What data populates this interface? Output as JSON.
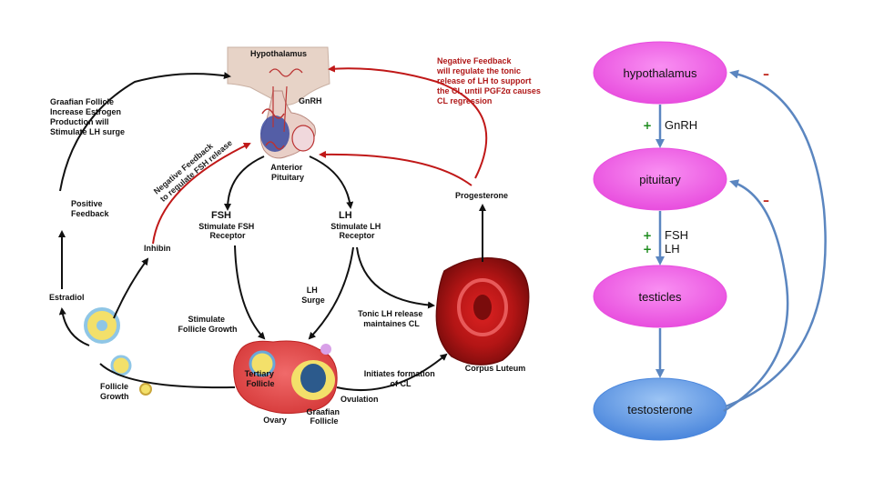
{
  "left_diagram": {
    "hypothalamus": "Hypothalamus",
    "gnrh": "GnRH",
    "anterior_pituitary": [
      "Anterior",
      "Pituitary"
    ],
    "neg_feedback_fsh": [
      "Negative Feedback",
      "to regulate FSH release"
    ],
    "neg_feedback_lh": [
      "Negative Feedback",
      "will regulate the tonic",
      "release of LH to support",
      "the CL until PGF2α causes",
      "CL regression"
    ],
    "graafian_note": [
      "Graafian Follicle",
      "Increase Estrogen",
      "Production will",
      "Stimulate LH surge"
    ],
    "positive_feedback": [
      "Positive",
      "Feedback"
    ],
    "inhibin": "Inhibin",
    "estradiol": "Estradiol",
    "fsh": "FSH",
    "fsh_sub": [
      "Stimulate FSH",
      "Receptor"
    ],
    "lh": "LH",
    "lh_sub": [
      "Stimulate LH",
      "Receptor"
    ],
    "progesterone": "Progesterone",
    "lh_surge": [
      "LH",
      "Surge"
    ],
    "stimulate_follicle_growth": [
      "Stimulate",
      "Follicle Growth"
    ],
    "tonic_lh": [
      "Tonic LH release",
      "maintaines CL"
    ],
    "follicle_growth": [
      "Follicle",
      "Growth"
    ],
    "tertiary_follicle": [
      "Tertiary",
      "Follicle"
    ],
    "ovary": "Ovary",
    "ovulation": "Ovulation",
    "graafian_follicle": [
      "Graafian",
      "Follicle"
    ],
    "initiates_cl": [
      "Initiates formation",
      "of CL"
    ],
    "corpus_luteum": "Corpus Luteum"
  },
  "right_diagram": {
    "nodes": [
      "hypothalamus",
      "pituitary",
      "testicles",
      "testosterone"
    ],
    "gnrh": "GnRH",
    "fsh": "FSH",
    "lh": "LH",
    "plus": "+",
    "minus": "–"
  },
  "colors": {
    "pink_node": "#f05ae6",
    "blue_node": "#5b9ae6",
    "arrow_blue": "#5b86c0",
    "red_arrow": "#c01818"
  }
}
